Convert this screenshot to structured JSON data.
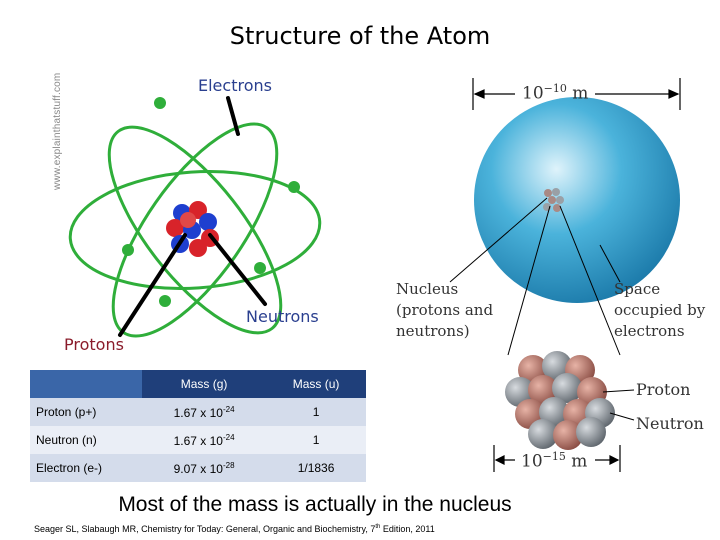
{
  "title": "Structure of the Atom",
  "watermark": "www.explainthatstuff.com",
  "labels": {
    "electrons": "Electrons",
    "neutrons": "Neutrons",
    "protons": "Protons"
  },
  "scale": {
    "atom_base": "10",
    "atom_exp": "−10",
    "atom_unit": " m",
    "nucleus_base": "10",
    "nucleus_exp": "−15",
    "nucleus_unit": " m"
  },
  "annotations": {
    "nucleus_line1": "Nucleus",
    "nucleus_line2": "(protons and",
    "nucleus_line3": "neutrons)",
    "space_line1": "Space",
    "space_line2": "occupied by",
    "space_line3": "electrons",
    "proton": "Proton",
    "neutron": "Neutron"
  },
  "table": {
    "headers": [
      "",
      "Mass (g)",
      "Mass (u)"
    ],
    "rows": [
      {
        "name": "Proton (p+)",
        "mass_g_base": "1.67 x 10",
        "mass_g_exp": "-24",
        "mass_u": "1"
      },
      {
        "name": "Neutron (n)",
        "mass_g_base": "1.67 x 10",
        "mass_g_exp": "-24",
        "mass_u": "1"
      },
      {
        "name": "Electron (e-)",
        "mass_g_base": "9.07 x 10",
        "mass_g_exp": "-28",
        "mass_u": "1/1836"
      }
    ]
  },
  "bottom_message": "Most of the mass is actually in the nucleus",
  "citation": {
    "main": "Seager SL, Slabaugh MR, Chemistry for Today: General, Organic and Biochemistry, 7",
    "sup": "th",
    "tail": " Edition, 2011"
  },
  "colors": {
    "electron": "#2fae3a",
    "proton": "#d8232a",
    "neutron": "#1e3fcf",
    "atom_sphere": "#3fa4cf",
    "table_header": "#1f3f7a"
  }
}
